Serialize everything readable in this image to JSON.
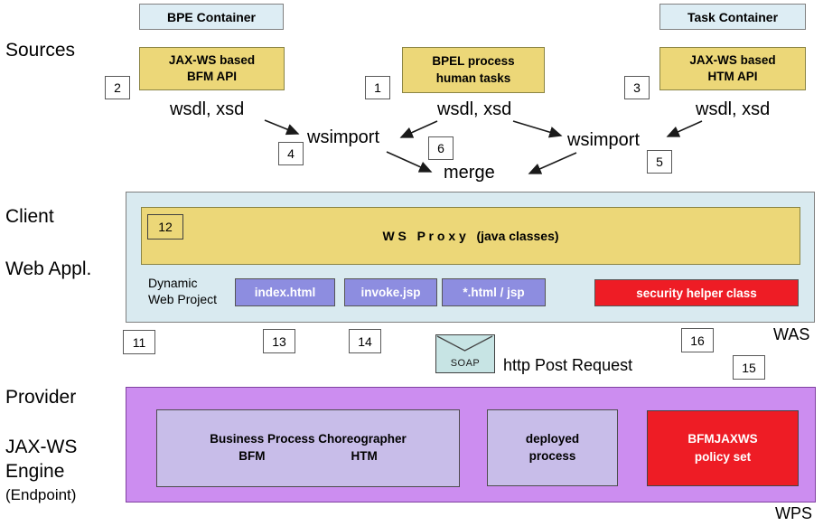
{
  "side_labels": {
    "sources": "Sources",
    "client": "Client",
    "web_appl": "Web Appl.",
    "provider": "Provider",
    "jaxws": "JAX-WS",
    "engine": "Engine",
    "endpoint": "(Endpoint)"
  },
  "top_row": {
    "bpe_container": "BPE Container",
    "task_container": "Task Container",
    "bfm_api": "JAX-WS based\nBFM API",
    "bpel_process": "BPEL process\nhuman tasks",
    "htm_api": "JAX-WS based\nHTM API",
    "wsdl_xsd": "wsdl, xsd",
    "wsimport": "wsimport",
    "merge": "merge"
  },
  "client_app": {
    "ws_proxy": "W S   P r o x y   (java classes)",
    "dynamic_web_project": "Dynamic\nWeb Project",
    "index_html": "index.html",
    "invoke_jsp": "invoke.jsp",
    "html_jsp": "*.html / jsp",
    "security_helper": "security helper class",
    "was": "WAS"
  },
  "soap": {
    "envelope_label": "SOAP",
    "http_post": "http Post Request"
  },
  "provider_section": {
    "bpc_title": "Business Process Choreographer",
    "bpc_bfm": "BFM",
    "bpc_htm": "HTM",
    "deployed_process": "deployed\nprocess",
    "policy_set": "BFMJAXWS\npolicy set",
    "wps": "WPS"
  },
  "markers": {
    "m1": "1",
    "m2": "2",
    "m3": "3",
    "m4": "4",
    "m5": "5",
    "m6": "6",
    "m11": "11",
    "m12": "12",
    "m13": "13",
    "m14": "14",
    "m15": "15",
    "m16": "16"
  },
  "colors": {
    "pale_blue": "#ddedf4",
    "container_blue": "#d9eaf0",
    "yellow": "#ecd778",
    "periwinkle": "#8d8de0",
    "red": "#ee1c25",
    "orchid": "#cc8df0",
    "light_purple": "#c8bde9",
    "envelope_teal": "#c7e4e4"
  }
}
